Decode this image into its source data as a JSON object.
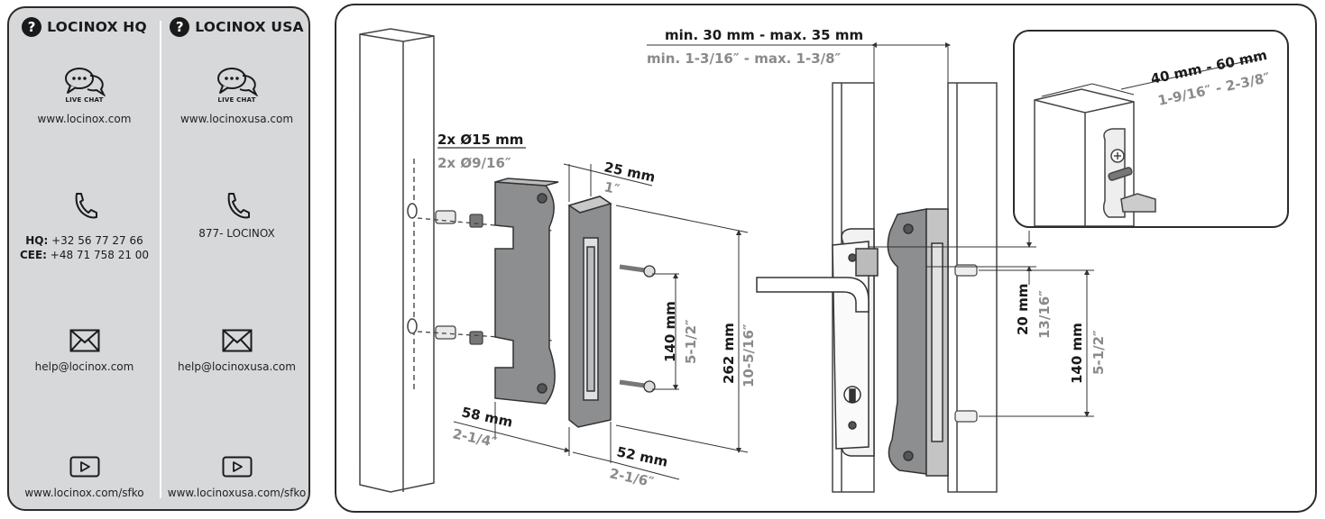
{
  "contacts": {
    "hq": {
      "brand": "LOCINOX HQ",
      "live_chat": "LIVE CHAT",
      "website": "www.locinox.com",
      "phone_hq_label": "HQ:",
      "phone_hq": "+32 56 77 27 66",
      "phone_cee_label": "CEE:",
      "phone_cee": "+48 71 758 21 00",
      "email": "help@locinox.com",
      "video": "www.locinox.com/sfko"
    },
    "usa": {
      "brand": "LOCINOX USA",
      "live_chat": "LIVE CHAT",
      "website": "www.locinoxusa.com",
      "phone": "877- LOCINOX",
      "email": "help@locinoxusa.com",
      "video": "www.locinoxusa.com/sfko"
    }
  },
  "dimensions": {
    "holes_mm": "2x Ø15 mm",
    "holes_in": "2x Ø9/16″",
    "depth_mm": "25 mm",
    "depth_in": "1″",
    "gap_mm": "min. 30 mm - max. 35 mm",
    "gap_in": "min. 1-3/16″ - max. 1-3/8″",
    "profile_mm": "40 mm - 60 mm",
    "profile_in": "1-9/16″ - 2-3/8″",
    "spacing_mm": "140 mm",
    "spacing_in": "5-1/2″",
    "height_mm": "262 mm",
    "height_in": "10-5/16″",
    "width1_mm": "58 mm",
    "width1_in": "2-1/4″",
    "width2_mm": "52 mm",
    "width2_in": "2-1/6″",
    "offset_mm": "20 mm",
    "offset_in": "13/16″",
    "spacing2_mm": "140 mm",
    "spacing2_in": "5-1/2″"
  },
  "colors": {
    "dark": "#1a1a1a",
    "grey_text": "#8a8a8a",
    "panel_bg": "#d7d8da"
  }
}
